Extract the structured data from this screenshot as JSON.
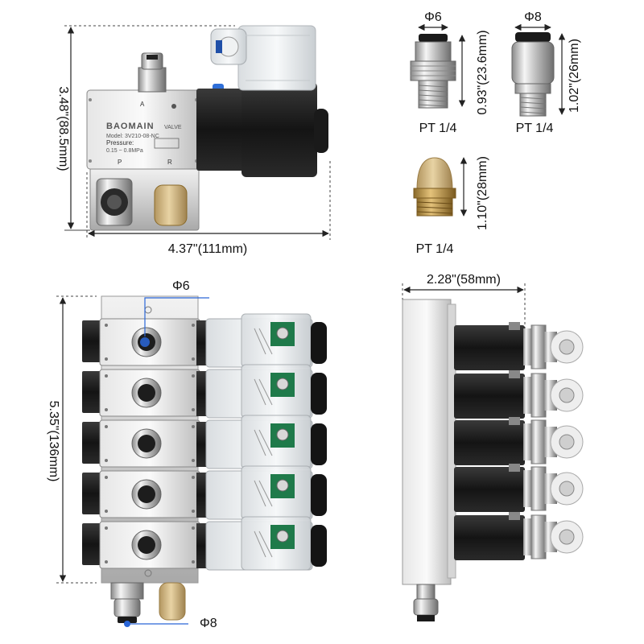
{
  "valve": {
    "brand": "BAOMAIN",
    "type_label": "VALVE",
    "model": "Model: 3V210-08-NC",
    "pressure_label": "Pressure:",
    "pressure_range": "0.15 ~ 0.8MPa",
    "port_a": "A",
    "port_p": "P",
    "port_r": "R"
  },
  "dimensions": {
    "valve_height": "3.48\"(88.5mm)",
    "valve_width": "4.37\"(111mm)",
    "manifold_height": "5.35\"(136mm)",
    "manifold_depth": "2.28\"(58mm)"
  },
  "fittings": [
    {
      "diameter": "Φ6",
      "length": "0.93\"(23.6mm)",
      "thread": "PT 1/4"
    },
    {
      "diameter": "Φ8",
      "length": "1.02\"(26mm)",
      "thread": "PT 1/4"
    }
  ],
  "muffler": {
    "length": "1.10\"(28mm)",
    "thread": "PT 1/4"
  },
  "manifold": {
    "outlet_diameter": "Φ6",
    "inlet_diameter": "Φ8"
  }
}
